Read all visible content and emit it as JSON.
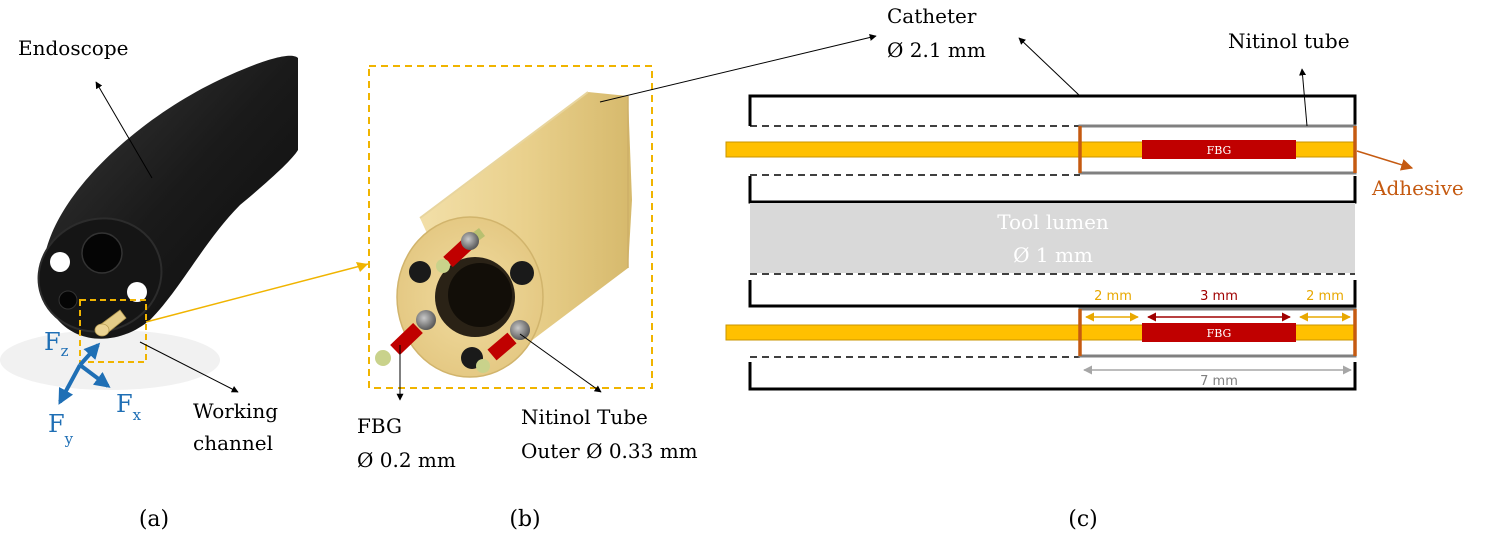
{
  "panel_a": {
    "caption": "(a)",
    "labels": {
      "endoscope": "Endoscope",
      "working_channel_line1": "Working",
      "working_channel_line2": "channel"
    },
    "forces": {
      "fz_main": "F",
      "fz_sub": "z",
      "fy_main": "F",
      "fy_sub": "y",
      "fx_main": "F",
      "fx_sub": "x"
    }
  },
  "panel_b": {
    "caption": "(b)",
    "labels": {
      "fbg_line1": "FBG",
      "fbg_line2": "Ø 0.2 mm",
      "nitinol_line1": "Nitinol Tube",
      "nitinol_line2": "Outer Ø 0.33 mm"
    }
  },
  "panel_c": {
    "caption": "(c)",
    "labels": {
      "catheter_line1": "Catheter",
      "catheter_line2": "Ø 2.1 mm",
      "nitinol_tube": "Nitinol tube",
      "adhesive": "Adhesive",
      "tool_lumen_line1": "Tool lumen",
      "tool_lumen_line2": "Ø 1 mm",
      "fbg_top": "FBG",
      "fbg_bottom": "FBG",
      "dim_left": "2 mm",
      "dim_middle": "3 mm",
      "dim_right": "2 mm",
      "dim_total": "7 mm"
    }
  },
  "colors": {
    "fiber_yellow": "#ffc000",
    "fbg_red": "#c00000",
    "tube_gray": "#808080",
    "adhesive_orange": "#c55a11",
    "force_blue": "#1f6fb5",
    "lumen_gray": "#d9d9d9",
    "dim_yellow": "#e8a800",
    "dim_red": "#a00000",
    "dim_gray": "#a6a6a6",
    "highlight_box": "#f0b400"
  }
}
